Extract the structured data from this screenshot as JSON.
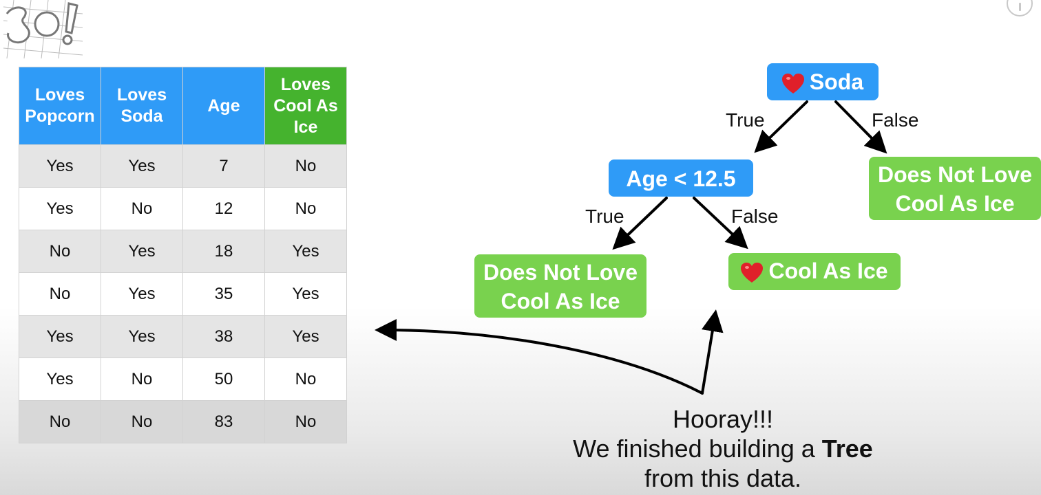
{
  "table": {
    "headers": [
      "Loves Popcorn",
      "Loves Soda",
      "Age",
      "Loves Cool As Ice"
    ],
    "rows": [
      [
        "Yes",
        "Yes",
        "7",
        "No"
      ],
      [
        "Yes",
        "No",
        "12",
        "No"
      ],
      [
        "No",
        "Yes",
        "18",
        "Yes"
      ],
      [
        "No",
        "Yes",
        "35",
        "Yes"
      ],
      [
        "Yes",
        "Yes",
        "38",
        "Yes"
      ],
      [
        "Yes",
        "No",
        "50",
        "No"
      ],
      [
        "No",
        "No",
        "83",
        "No"
      ]
    ]
  },
  "tree": {
    "root": "Soda",
    "root_true_label": "True",
    "root_false_label": "False",
    "age_node": "Age < 12.5",
    "age_true_label": "True",
    "age_false_label": "False",
    "right_leaf": "Does Not Love Cool As Ice",
    "left_leaf": "Does Not Love Cool As Ice",
    "cool_leaf": "Cool As Ice"
  },
  "caption": {
    "line1": "Hooray!!!",
    "line2_prefix": "We finished building a ",
    "line2_bold": "Tree",
    "line3": "from this data."
  },
  "colors": {
    "header_blue": "#2f9bf7",
    "header_green": "#45b32e",
    "leaf_green": "#79d24e",
    "heart": "#e0202a"
  },
  "icons": [
    "logo",
    "info-icon",
    "heart-icon"
  ]
}
